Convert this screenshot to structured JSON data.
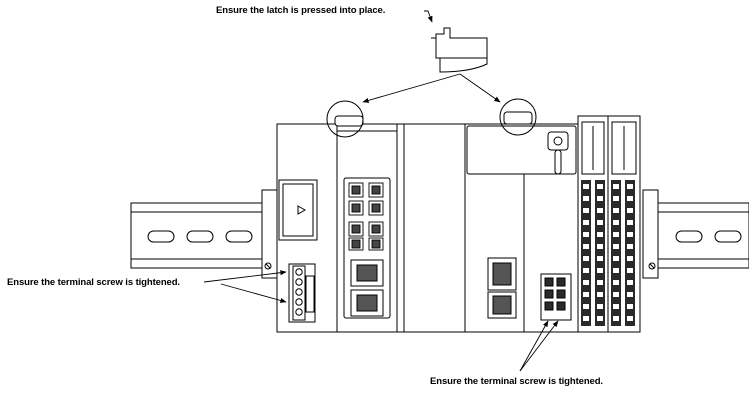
{
  "callouts": {
    "latch": "Ensure the latch is pressed into place.",
    "screw_left": "Ensure the terminal screw is tightened.",
    "screw_bottom": "Ensure the terminal screw is tightened."
  },
  "colors": {
    "line": "#000000",
    "background": "#ffffff",
    "terminal_dark": "#2a2a2a"
  }
}
